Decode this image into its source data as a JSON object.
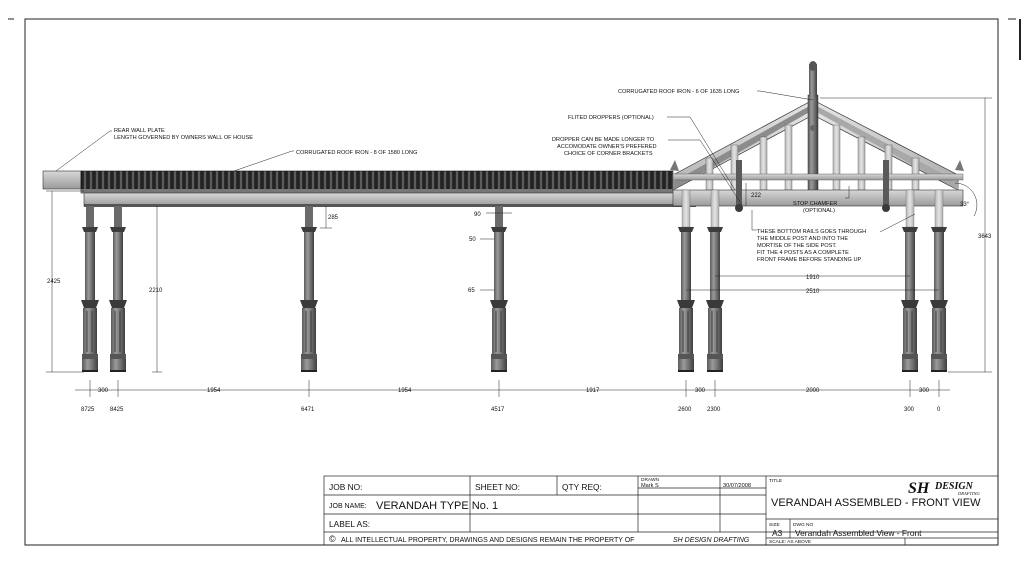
{
  "annotations": {
    "rear_wall_plate_1": "REAR WALL PLATE",
    "rear_wall_plate_2": "LENGTH GOVERNED BY OWNERS WALL OF HOUSE",
    "roof_iron_left": "CORRUGATED ROOF IRON - 8 OF 1580 LONG",
    "roof_iron_gable": "CORRUGATED ROOF IRON - 6 OF 1635 LONG",
    "fluted_droppers": "FLITED DROPPERS (OPTIONAL)",
    "dropper_note_1": "DROPPER CAN BE MADE LONGER TO",
    "dropper_note_2": "ACCOMODATE OWNER'S PREFERED",
    "dropper_note_3": "CHOICE OF CORNER BRACKETS",
    "stop_chamfer_1": "STOP CHAMFER",
    "stop_chamfer_2": "(OPTIONAL)",
    "rails_note_1": "THESE BOTTOM RAILS GOES THROUGH",
    "rails_note_2": "THE MIDDLE POST AND INTO THE",
    "rails_note_3": "MORTISE OF THE SIDE POST.",
    "rails_note_4": "FIT THE 4 POSTS AS A COMPLETE",
    "rails_note_5": "FRONT FRAME BEFORE STANDING UP"
  },
  "dimensions": {
    "height_2425": "2425",
    "height_2210": "2210",
    "height_285": "285",
    "width_90": "90",
    "height_50": "50",
    "height_65": "65",
    "height_222": "222",
    "angle_33": "33°",
    "height_3643": "3643",
    "span_1910": "1910",
    "span_2510": "2510",
    "bottom_spacings": [
      "300",
      "1954",
      "1954",
      "1917",
      "300",
      "2000",
      "300"
    ],
    "post_positions": [
      "8725",
      "8425",
      "6471",
      "4517",
      "2600",
      "2300",
      "300",
      "0"
    ]
  },
  "title_block": {
    "job_no_label": "JOB NO:",
    "sheet_no_label": "SHEET NO:",
    "qty_req_label": "QTY REQ:",
    "drawn_label": "DRAWN",
    "drawn_by": "Mark S",
    "date": "30/07/2008",
    "title_label": "TITLE",
    "logo_mark": "SH",
    "logo_text": "DESIGN",
    "logo_sub": "DRAFTING",
    "job_name_label": "JOB NAME:",
    "job_name": "VERANDAH TYPE No. 1",
    "drawing_title": "VERANDAH ASSEMBLED - FRONT VIEW",
    "label_as": "LABEL AS:",
    "size_label": "SIZE",
    "size": "A3",
    "dwg_no_label": "DWG NO",
    "dwg_no": "Verandah Assembled View - Front",
    "copyright_symbol": "©",
    "copyright": "ALL INTELLECTUAL PROPERTY, DRAWINGS AND DESIGNS REMAIN THE PROPERTY OF",
    "copyright_company": "SH DESIGN DRAFTING",
    "scale": "SCALE: AS ABOVE"
  }
}
